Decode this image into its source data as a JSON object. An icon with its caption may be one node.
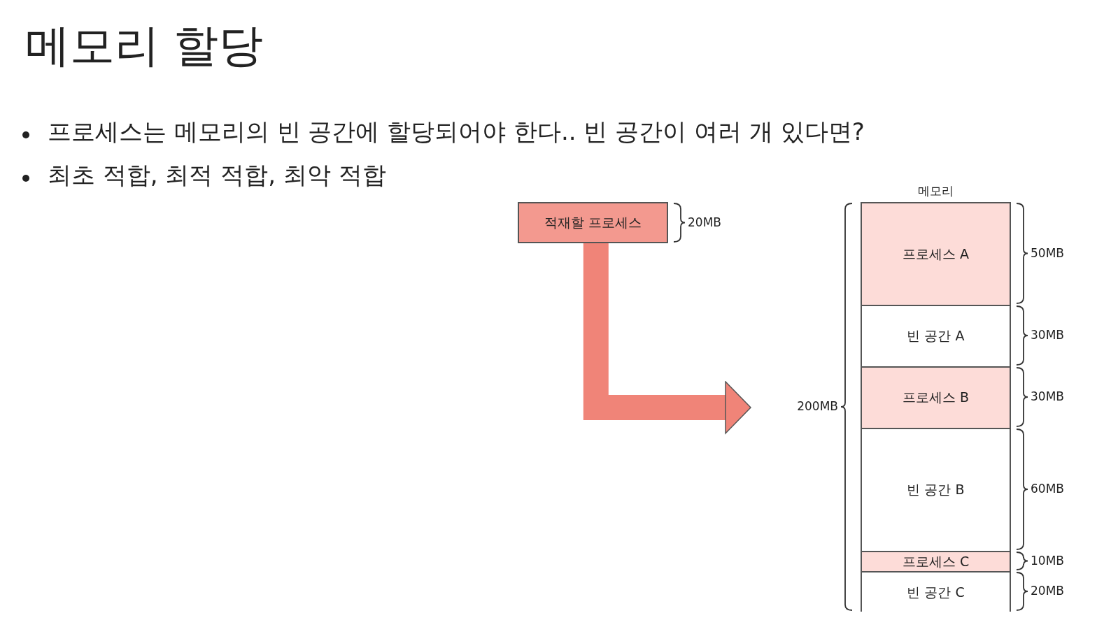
{
  "diagram": {
    "title": "메모리 할당",
    "nodes": [
      {
        "text": [
          "적재할 프로세스"
        ],
        "beside": [
          "20MB"
        ]
      },
      {
        "text": [
          "메모리"
        ],
        "beside": [
          "200MB"
        ]
      },
      {
        "text": [
          "프로세스 A"
        ],
        "in": 1,
        "beside": [
          "50MB"
        ]
      },
      {
        "text": [
          "빈 공간 A"
        ],
        "in": 1,
        "beside": [
          "30MB"
        ]
      },
      {
        "text": [
          "프로세스 B"
        ],
        "in": 1,
        "beside": [
          "30MB"
        ]
      },
      {
        "text": [
          "빈 공간 B"
        ],
        "in": 1,
        "beside": [
          "60MB"
        ]
      },
      {
        "text": [
          "프로세스 C"
        ],
        "in": 1,
        "beside": [
          "10MB"
        ]
      },
      {
        "text": [
          "빈 공간 C"
        ],
        "in": 1,
        "beside": [
          "20MB"
        ]
      }
    ],
    "edges": [
      {
        "from": 0,
        "to": 1,
        "arrow": "to"
      }
    ],
    "labels": [
      "프로세스는 메모리의 빈 공간에 할당되어야 한다.. 빈 공간이 여러 개 있다면?",
      "최초 적합, 최적 적합, 최악 적합"
    ]
  }
}
